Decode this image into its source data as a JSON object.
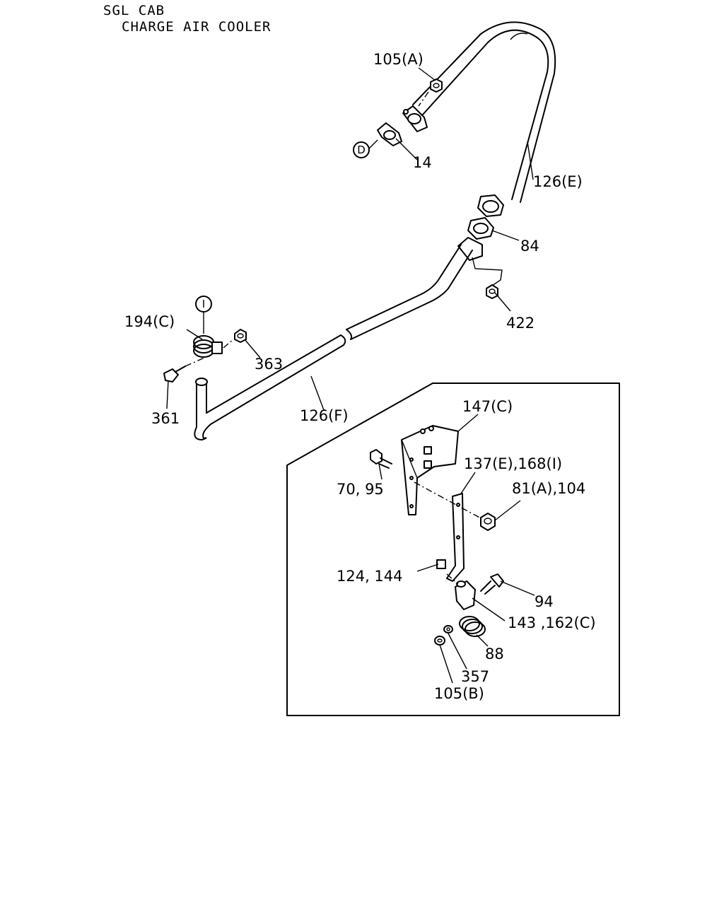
{
  "header": {
    "line1": "SGL CAB",
    "line2": "CHARGE AIR COOLER"
  },
  "callouts": {
    "p105a": "105(A)",
    "p14": "14",
    "p126e": "126(E)",
    "p84": "84",
    "p422": "422",
    "p194c": "194(C)",
    "p363": "363",
    "p361": "361",
    "p126f": "126(F)",
    "p147c": "147(C)",
    "p137e168i": "137(E),168(I)",
    "p7095": "70, 95",
    "p81a104": "81(A),104",
    "p124144": "124, 144",
    "p94": "94",
    "p143162c": "143 ,162(C)",
    "p88": "88",
    "p357": "357",
    "p105b": "105(B)"
  },
  "reference_marks": {
    "d": "D",
    "i": "I"
  }
}
